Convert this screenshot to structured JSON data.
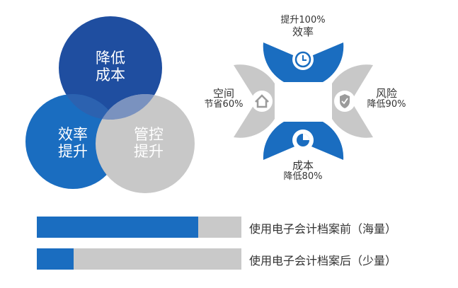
{
  "venn": {
    "circles": [
      {
        "label_line1": "降低",
        "label_line2": "成本",
        "color": "#1f4ea0"
      },
      {
        "label_line1": "效率",
        "label_line2": "提升",
        "color": "#1a6dc0"
      },
      {
        "label_line1": "管控",
        "label_line2": "提升",
        "color": "#c8c8c8"
      }
    ]
  },
  "flower": {
    "top": {
      "value": "提升100%",
      "title": "效率",
      "icon": "clock-icon",
      "color": "#1a6dc0"
    },
    "left": {
      "title": "空间",
      "value": "节省60%",
      "icon": "house-icon",
      "color": "#c8c8c8"
    },
    "right": {
      "title": "风险",
      "value": "降低90%",
      "icon": "shield-icon",
      "color": "#c8c8c8"
    },
    "bottom": {
      "title": "成本",
      "value": "降低80%",
      "icon": "pie-chart-icon",
      "color": "#1a6dc0"
    }
  },
  "bars": [
    {
      "label": "使用电子会计档案前（海量）",
      "fill_fraction": 0.79
    },
    {
      "label": "使用电子会计档案后（少量）",
      "fill_fraction": 0.18
    }
  ]
}
